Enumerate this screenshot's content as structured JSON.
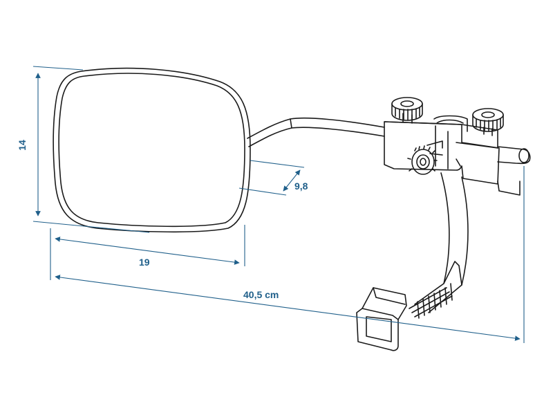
{
  "colors": {
    "dimension": "#1f5f8a",
    "outline": "#1a1a1a",
    "background": "#ffffff"
  },
  "dimensions": {
    "height_label": "14",
    "depth_label": "9,8",
    "mirror_width_label": "19",
    "total_length_label": "40,5 cm"
  },
  "parts": [
    "mirror-head",
    "support-arm",
    "clamp-bracket",
    "knob-top-left",
    "knob-top-right",
    "knob-front",
    "strap-band",
    "strap-buckle"
  ]
}
